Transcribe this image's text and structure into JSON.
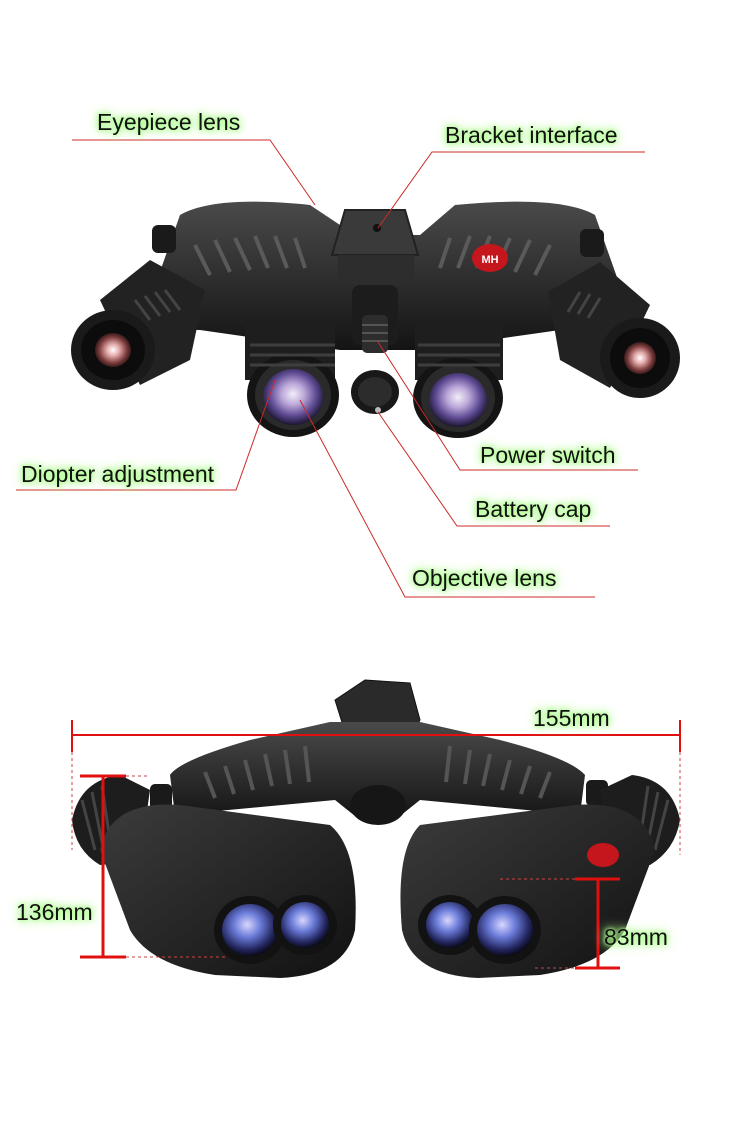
{
  "callouts": {
    "eyepiece_lens": "Eyepiece lens",
    "bracket_interface": "Bracket interface",
    "diopter_adjustment": "Diopter adjustment",
    "power_switch": "Power switch",
    "battery_cap": "Battery cap",
    "objective_lens": "Objective lens"
  },
  "logo": "MH",
  "dimensions": {
    "width": "155mm",
    "height": "136mm",
    "lens_height": "83mm"
  },
  "colors": {
    "leader_line": "#cc2a2a",
    "dimension_line": "#e01010",
    "label_glow": "#a8ff86",
    "body": "#2a2a2a",
    "lens_purple": "#6a5aa8",
    "logo_red": "#c4161c"
  }
}
